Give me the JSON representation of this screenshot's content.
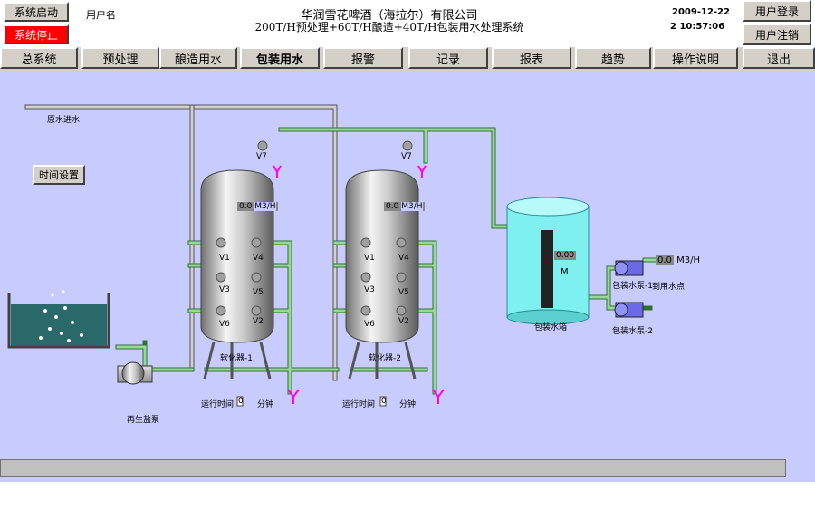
{
  "header": {
    "company": "华润雪花啤酒（海拉尔）有限公司",
    "subtitle": "200T/H预处理+60T/H酿造+40T/H包装用水处理系统",
    "user_label": "用户名",
    "date": "2009-12-22",
    "time": "2 10:57:06",
    "btn_start": "系统启动",
    "btn_stop": "系统停止",
    "btn_login": "用户登录",
    "btn_logout": "用户注销"
  },
  "nav": {
    "items": [
      "总系统",
      "预处理",
      "酿造用水",
      "包装用水",
      "报警",
      "记录",
      "报表",
      "趋势",
      "操作说明",
      "退出"
    ]
  },
  "process": {
    "raw_water": "原水进水",
    "time_setting": "时间设置",
    "regen_pump": "再生盐泵",
    "softener1": "软化器-1",
    "softener2": "软化器-2",
    "run_time_label": "运行时间",
    "run_time_val": "0",
    "minutes": "分钟",
    "flow_val": "0.0",
    "flow_unit": "M3/H",
    "tank_name": "包装水箱",
    "tank_level": "0.00",
    "tank_unit": "M",
    "pump1": "包装水泵-1",
    "pump2": "包装水泵-2",
    "out_flow_val": "0.0",
    "out_flow_unit": "M3/H",
    "use_point": "到用水点",
    "valves": [
      "V1",
      "V2",
      "V3",
      "V4",
      "V5",
      "V6",
      "V7"
    ]
  },
  "colors": {
    "background": "#c7ccfd",
    "pipe": "#70b870",
    "tank": "#7ff0f0",
    "accent_red": "#ff0000",
    "drain": "#ff00ff"
  }
}
